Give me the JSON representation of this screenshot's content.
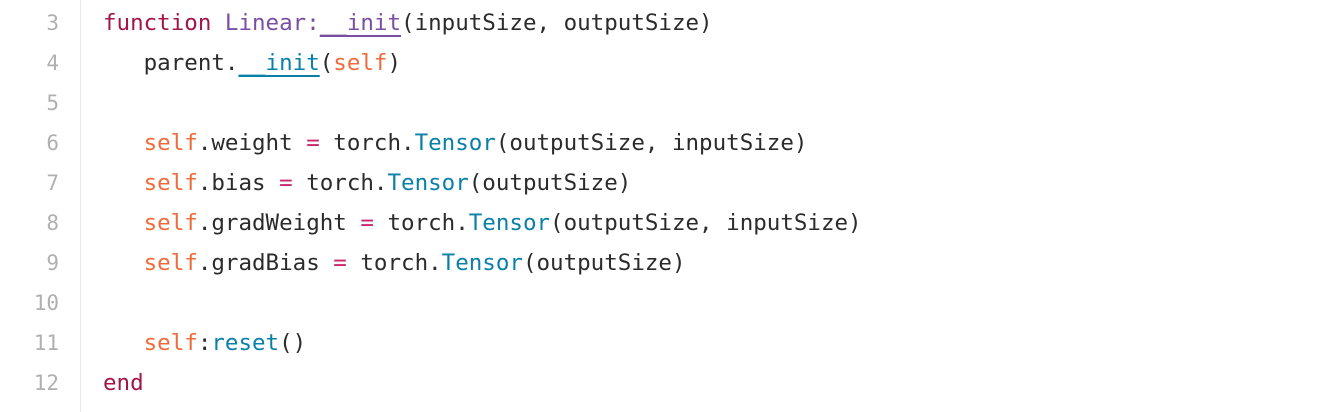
{
  "lines": [
    {
      "n": "3",
      "tokens": [
        "function",
        " ",
        "Linear:",
        "__init",
        "(inputSize, outputSize)"
      ]
    },
    {
      "n": "4",
      "tokens": [
        "   ",
        "parent.",
        "__init",
        "(",
        "self",
        ")"
      ]
    },
    {
      "n": "5",
      "tokens": []
    },
    {
      "n": "6",
      "tokens": [
        "   ",
        "self",
        ".weight ",
        "=",
        " torch.",
        "Tensor",
        "(outputSize, inputSize)"
      ]
    },
    {
      "n": "7",
      "tokens": [
        "   ",
        "self",
        ".bias ",
        "=",
        " torch.",
        "Tensor",
        "(outputSize)"
      ]
    },
    {
      "n": "8",
      "tokens": [
        "   ",
        "self",
        ".gradWeight ",
        "=",
        " torch.",
        "Tensor",
        "(outputSize, inputSize)"
      ]
    },
    {
      "n": "9",
      "tokens": [
        "   ",
        "self",
        ".gradBias ",
        "=",
        " torch.",
        "Tensor",
        "(outputSize)"
      ]
    },
    {
      "n": "10",
      "tokens": []
    },
    {
      "n": "11",
      "tokens": [
        "   ",
        "self",
        ":",
        "reset",
        "()"
      ]
    },
    {
      "n": "12",
      "tokens": [
        "end"
      ]
    }
  ],
  "colors": {
    "keyword": "#a3154a",
    "function_name": "#7a4fa3",
    "self": "#ef6b3a",
    "operator": "#c8266b",
    "call": "#0a80a8",
    "text": "#2b2b2b",
    "line_number": "#b0b0b0"
  }
}
